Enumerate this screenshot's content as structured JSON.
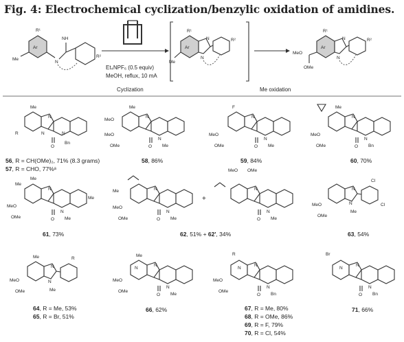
{
  "title": "Fig. 4: Electrochemical cyclization/benzylic oxidation of amidines.",
  "scheme": {
    "conditions_line1": "Et₄NPF₆ (0.5 equiv)",
    "conditions_line2": "MeOH, reflux, 10 mA",
    "step1_label": "Cyclization",
    "step2_label": "Me oxidation",
    "atoms": {
      "R1": "R¹",
      "R2": "R²",
      "Ar": "Ar",
      "NH": "NH",
      "N": "N",
      "Me": "Me",
      "MeO": "MeO",
      "OMe": "OMe"
    }
  },
  "compounds": [
    {
      "id": "56",
      "text": ", R = CH(OMe)₂, 71% (8.3 grams)"
    },
    {
      "id": "57",
      "text": ", R = CHO, 77%ᵃ"
    },
    {
      "id": "58",
      "text": ", 86%"
    },
    {
      "id": "59",
      "text": ", 84%"
    },
    {
      "id": "60",
      "text": ", 70%"
    },
    {
      "id": "61",
      "text": ", 73%"
    },
    {
      "id": "62",
      "text": ", 51% + ",
      "id2": "62'",
      "text2": ", 34%"
    },
    {
      "id": "63",
      "text": ", 54%"
    },
    {
      "id": "64",
      "text": ", R = Me, 53%"
    },
    {
      "id": "65",
      "text": ", R = Br, 51%"
    },
    {
      "id": "66",
      "text": ", 62%"
    },
    {
      "id": "67",
      "text": ", R = Me, 80%"
    },
    {
      "id": "68",
      "text": ", R = OMe, 86%"
    },
    {
      "id": "69",
      "text": ", R = F, 79%"
    },
    {
      "id": "70",
      "text": ", R = Cl, 54%"
    },
    {
      "id": "71",
      "text": ", 66%"
    }
  ],
  "atoms": {
    "Me": "Me",
    "MeO": "MeO",
    "OMe": "OMe",
    "N": "N",
    "O": "O",
    "Bn": "Bn",
    "R": "R",
    "F": "F",
    "Cl": "Cl",
    "Br": "Br",
    "plus": "+"
  }
}
